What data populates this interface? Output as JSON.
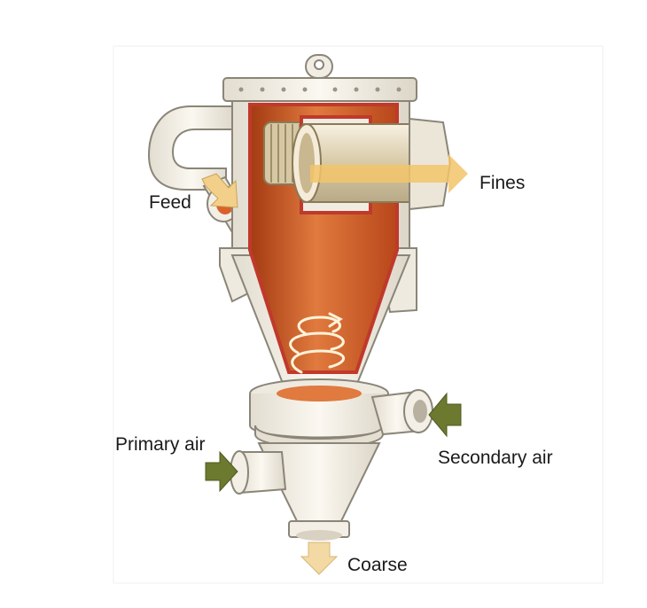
{
  "labels": {
    "feed": "Feed",
    "fines": "Fines",
    "primary_air": "Primary air",
    "secondary_air": "Secondary air",
    "coarse": "Coarse"
  },
  "colors": {
    "shell": "#f3efe6",
    "outline": "#8a8578",
    "interior_orange": "#d9622b",
    "interior_dark": "#a33a12",
    "cut_edge": "#c0392b",
    "outlet_pipe": "#e8dfc8",
    "fines_arrow": "#f2c46a",
    "air_arrow": "#6b7a2e",
    "coarse_arrow": "#f3d9a4"
  },
  "icons": {
    "fines_flow": "right-arrow-icon",
    "feed_flow": "down-right-arrow-icon",
    "primary_air_flow": "right-arrow-icon",
    "secondary_air_flow": "left-arrow-icon",
    "coarse_flow": "down-arrow-icon",
    "vortex": "spiral-arrow-icon"
  }
}
